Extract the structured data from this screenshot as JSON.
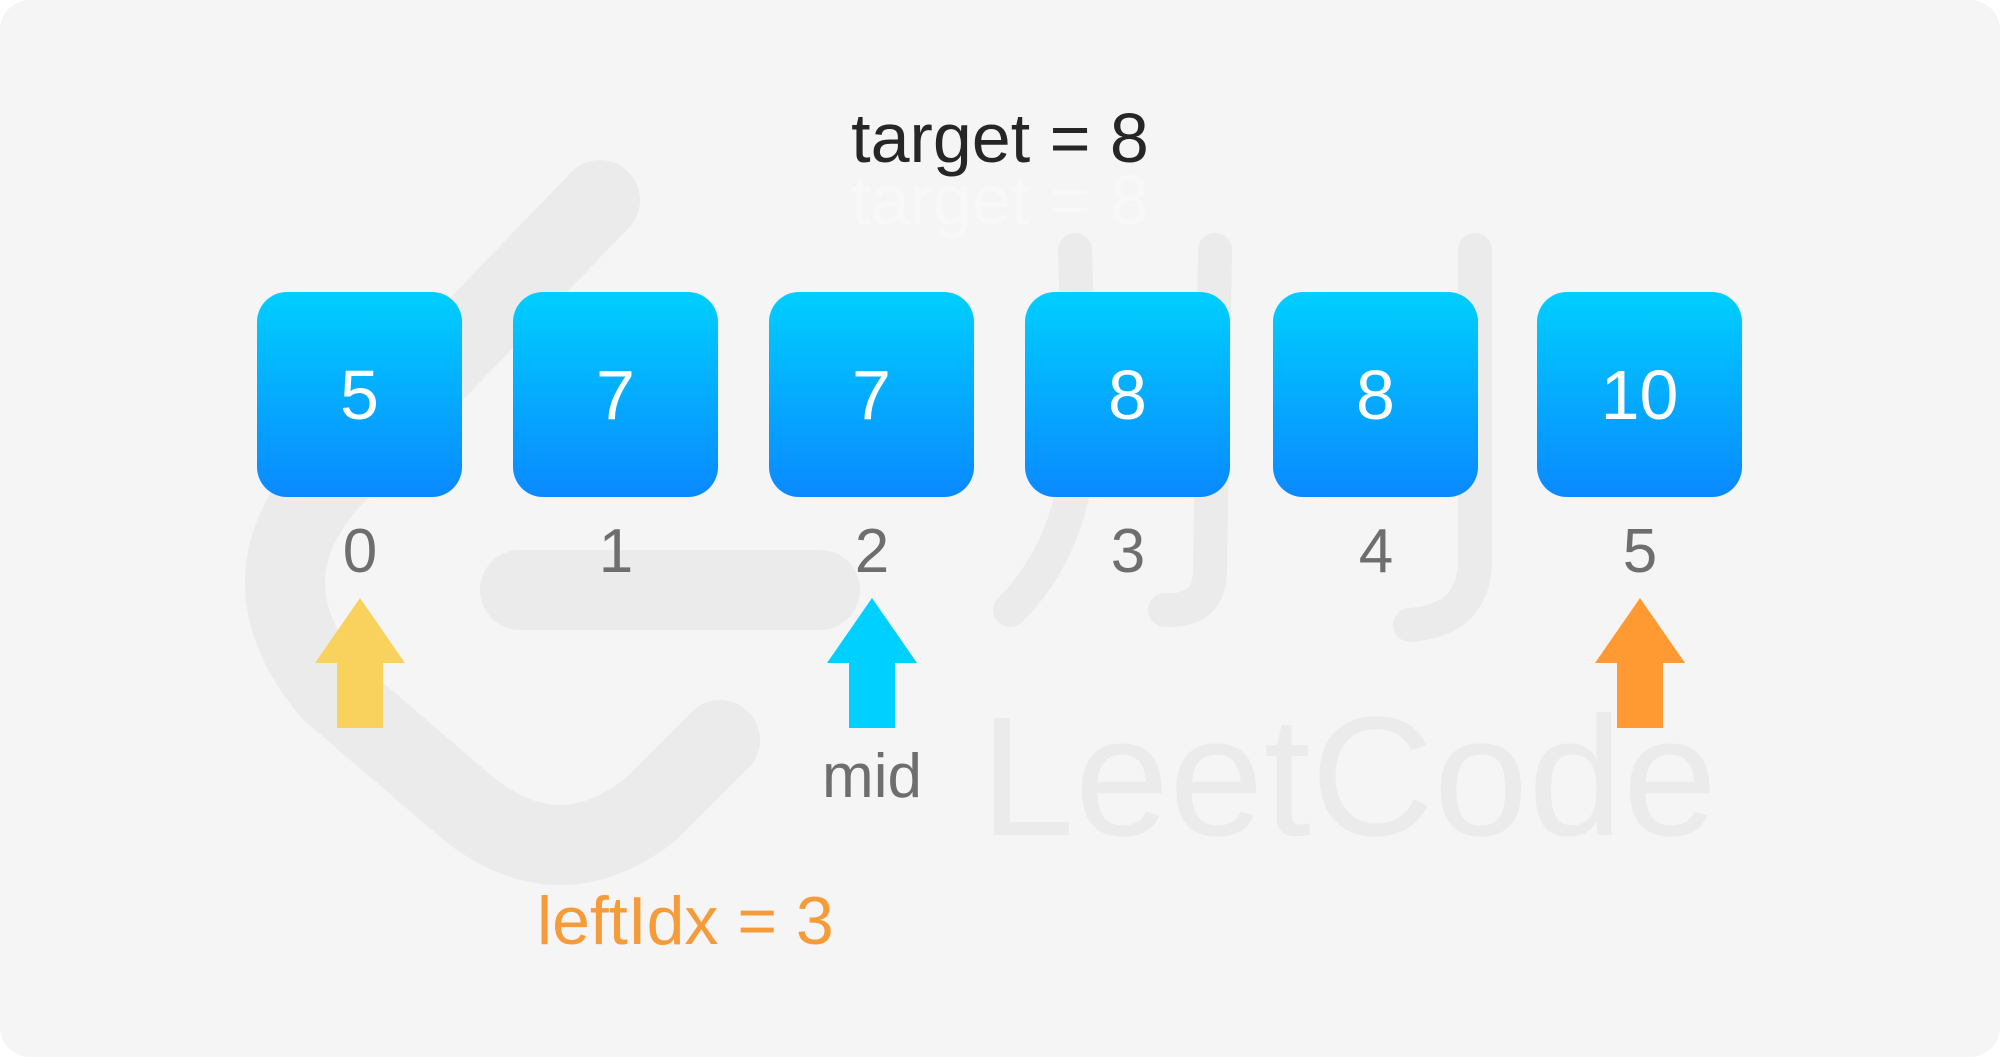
{
  "target_label": "target = 8",
  "array": {
    "values": [
      "5",
      "7",
      "7",
      "8",
      "8",
      "10"
    ],
    "indices": [
      "0",
      "1",
      "2",
      "3",
      "4",
      "5"
    ]
  },
  "pointers": {
    "left": {
      "index": 0,
      "color": "#f9d25e"
    },
    "mid": {
      "index": 2,
      "color": "#00d0ff",
      "label": "mid"
    },
    "right": {
      "index": 5,
      "color": "#ff9a33"
    }
  },
  "result_label": "leftIdx = 3",
  "watermark_text": "LeetCode",
  "colors": {
    "cell_top": "#00cfff",
    "cell_bottom": "#0a89ff",
    "result_text": "#f59b3a",
    "background": "#f5f5f5"
  }
}
